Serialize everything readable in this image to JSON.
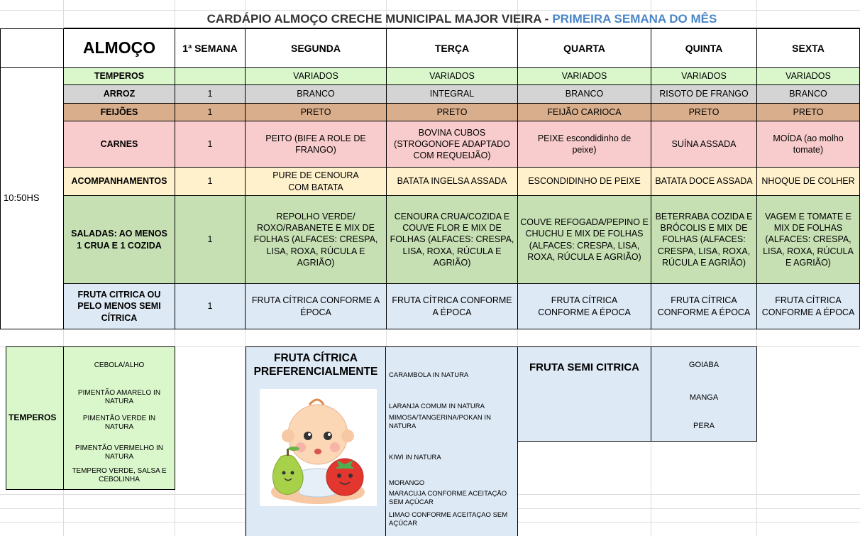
{
  "title": {
    "main": "CARDÁPIO ALMOÇO CRECHE MUNICIPAL MAJOR VIEIRA -",
    "accent": "PRIMEIRA SEMANA DO MÊS"
  },
  "header": {
    "meal": "ALMOÇO",
    "week": "1ª SEMANA",
    "days": [
      "SEGUNDA",
      "TERÇA",
      "QUARTA",
      "QUINTA",
      "SEXTA"
    ]
  },
  "time_label": "10:50HS",
  "rows": [
    {
      "label": "TEMPEROS",
      "qty": "",
      "values": [
        "VARIADOS",
        "VARIADOS",
        "VARIADOS",
        "VARIADOS",
        "VARIADOS"
      ]
    },
    {
      "label": "ARROZ",
      "qty": "1",
      "values": [
        "BRANCO",
        "INTEGRAL",
        "BRANCO",
        "RISOTO DE FRANGO",
        "BRANCO"
      ]
    },
    {
      "label": "FEIJÕES",
      "qty": "1",
      "values": [
        "PRETO",
        "PRETO",
        "FEIJÃO CARIOCA",
        "PRETO",
        "PRETO"
      ]
    },
    {
      "label": "CARNES",
      "qty": "1",
      "values": [
        "PEITO (BIFE A ROLE DE FRANGO)",
        "BOVINA CUBOS (STROGONOFE ADAPTADO COM REQUEIJÃO)",
        "PEIXE escondidinho de peixe)",
        "SUÍNA ASSADA",
        "MOÍDA (ao molho tomate)"
      ]
    },
    {
      "label": "ACOMPANHAMENTOS",
      "qty": "1",
      "values": [
        "PURE DE CENOURA COM BATATA",
        "BATATA INGELSA ASSADA",
        "ESCONDIDINHO DE PEIXE",
        "BATATA DOCE ASSADA",
        "NHOQUE DE COLHER"
      ]
    },
    {
      "label": "SALADAS: AO MENOS 1 CRUA E 1 COZIDA",
      "qty": "1",
      "values": [
        "REPOLHO VERDE/ ROXO/RABANETE E MIX DE FOLHAS (ALFACES: CRESPA, LISA, ROXA, RÚCULA E AGRIÃO)",
        "CENOURA CRUA/COZIDA E COUVE FLOR  E MIX DE FOLHAS (ALFACES: CRESPA, LISA, ROXA, RÚCULA E AGRIÃO)",
        "COUVE REFOGADA/PEPINO E CHUCHU E MIX DE FOLHAS (ALFACES: CRESPA, LISA, ROXA, RÚCULA E AGRIÃO)",
        "BETERRABA COZIDA E BRÓCOLIS E MIX DE FOLHAS (ALFACES: CRESPA, LISA, ROXA, RÚCULA E AGRIÃO)",
        "VAGEM E TOMATE E MIX DE FOLHAS (ALFACES: CRESPA, LISA, ROXA, RÚCULA E AGRIÃO)"
      ]
    },
    {
      "label": "FRUTA CITRICA OU PELO MENOS SEMI CÍTRICA",
      "qty": "1",
      "values": [
        "FRUTA CÍTRICA CONFORME A ÉPOCA",
        "FRUTA CÍTRICA CONFORME A ÉPOCA",
        "FRUTA CÍTRICA CONFORME A ÉPOCA",
        "FRUTA CÍTRICA CONFORME A ÉPOCA",
        "FRUTA CÍTRICA CONFORME A ÉPOCA"
      ]
    }
  ],
  "legend": {
    "temperos_label": "TEMPEROS",
    "temperos": [
      "CEBOLA/ALHO",
      "PIMENTÃO AMARELO IN NATURA",
      "PIMENTÃO VERDE IN NATURA",
      "PIMENTÃO VERMELHO IN NATURA",
      "TEMPERO VERDE, SALSA E CEBOLINHA"
    ],
    "citrica_title": "FRUTA CÍTRICA PREFERENCIALMENTE",
    "citrica": [
      "CARAMBOLA IN NATURA",
      "LARANJA COMUM IN NATURA",
      "MIMOSA/TANGERINA/POKAN IN NATURA",
      "KIWI IN NATURA",
      "MORANGO",
      "MARACUJA CONFORME ACEITAÇÃO SEM AÇÚCAR",
      "LIMAO CONFORME ACEITAÇAO SEM AÇÚCAR"
    ],
    "semi_title": "FRUTA SEMI CITRICA",
    "semi": [
      "GOIABA",
      "MANGA",
      "PERA"
    ]
  },
  "colors": {
    "temperos": "#d9f7cb",
    "arroz": "#d4d4d4",
    "feijoes": "#d8ae8c",
    "carnes": "#f8cccc",
    "acompanhamentos": "#fff1cc",
    "saladas": "#c6e0b4",
    "fruta": "#dde9f5",
    "title_accent": "#4a86c8"
  }
}
